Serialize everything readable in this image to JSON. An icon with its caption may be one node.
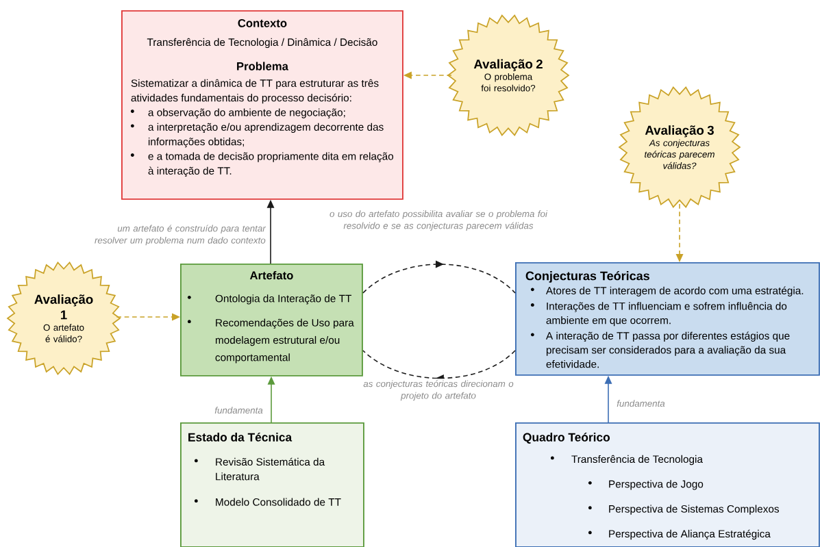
{
  "diagram": {
    "nodes": [
      {
        "text": [
          "Contexto",
          "Transferência de Tecnologia / Dinâmica / Decisão",
          "Problema",
          "Sistematizar a dinâmica de TT para estruturar as três atividades fundamentais do processo decisório:",
          "a observação do ambiente de negociação;",
          "a interpretação e/ou aprendizagem decorrente das informações obtidas;",
          "e a tomada de decisão propriamente dita em relação à interação de TT."
        ]
      },
      {
        "text": [
          "Avaliação 2",
          "O problema foi resolvido?"
        ]
      },
      {
        "text": [
          "Avaliação 3",
          "As conjecturas teóricas parecem válidas?"
        ]
      },
      {
        "text": [
          "Avaliação 1",
          "O artefato é válido?"
        ]
      },
      {
        "text": [
          "Artefato",
          "Ontologia da Interação de TT",
          "Recomendações de Uso para modelagem estrutural e/ou comportamental"
        ]
      },
      {
        "text": [
          "Conjecturas Teóricas",
          "Atores de TT interagem de acordo com uma estratégia.",
          "Interações de TT influenciam e sofrem influência do ambiente em que ocorrem.",
          "A interação de TT passa por diferentes estágios que precisam ser considerados para a avaliação da sua efetividade."
        ]
      },
      {
        "text": [
          "Estado da Técnica",
          "Revisão Sistemática da Literatura",
          "Modelo Consolidado de TT"
        ]
      },
      {
        "text": [
          "Quadro Teórico",
          "Transferência de Tecnologia",
          "Perspectiva de Jogo",
          "Perspectiva de Sistemas Complexos",
          "Perspectiva de Aliança Estratégica"
        ]
      }
    ],
    "edges": [
      {
        "from": 4,
        "to": 0,
        "arrow": "to",
        "label": "um artefato é construído para tentar resolver um problema num dado contexto"
      },
      {
        "from": 1,
        "to": 0,
        "arrow": "to",
        "style": "dashed",
        "color": "#c9a227"
      },
      {
        "from": 3,
        "to": 4,
        "arrow": "to",
        "style": "dashed",
        "color": "#c9a227"
      },
      {
        "from": 2,
        "to": 5,
        "arrow": "to",
        "style": "dashed",
        "color": "#c9a227"
      },
      {
        "from": 6,
        "to": 4,
        "arrow": "to",
        "label": "fundamenta",
        "color": "#5b9a3c"
      },
      {
        "from": 7,
        "to": 5,
        "arrow": "to",
        "label": "fundamenta",
        "color": "#3c6eb4"
      },
      {
        "from": 4,
        "to": 5,
        "arrow": "to",
        "style": "dashed",
        "label": "o uso do artefato possibilita avaliar se o problema foi resolvido e se as conjecturas parecem válidas"
      },
      {
        "from": 5,
        "to": 4,
        "arrow": "to",
        "style": "dashed",
        "label": "as conjecturas teóricas direcionam o projeto do artefato"
      }
    ]
  }
}
